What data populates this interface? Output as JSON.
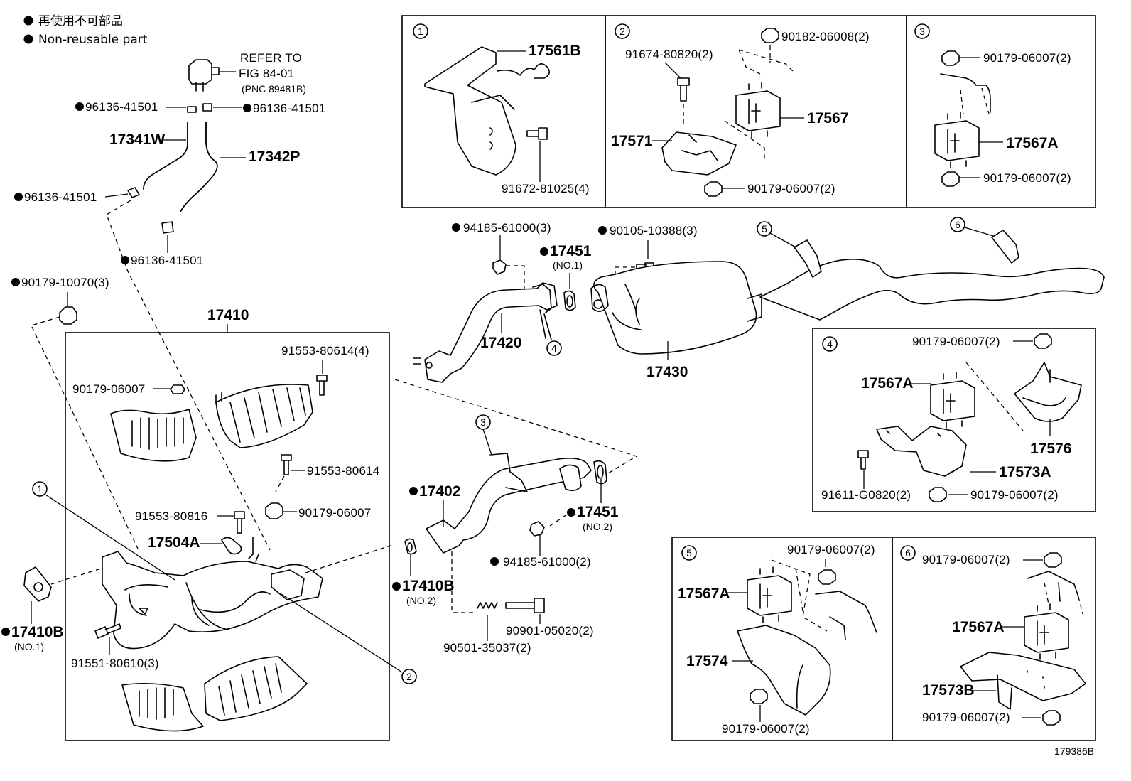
{
  "legend": {
    "bullet": "●",
    "jp": "再使用不可部品",
    "en": "Non-reusable part"
  },
  "refer": {
    "line1": "REFER TO",
    "line2": "FIG 84-01",
    "line3": "(PNC 89481B)"
  },
  "figure_id": "179386B",
  "callouts": [
    "1",
    "2",
    "3",
    "4",
    "5",
    "6"
  ],
  "labels": {
    "c96136_a": "96136-41501",
    "c96136_b": "96136-41501",
    "c96136_c": "96136-41501",
    "c96136_d": "96136-41501",
    "p17341W": "17341W",
    "p17342P": "17342P",
    "p90179_10070": "90179-10070(3)",
    "p17410": "17410",
    "p91553_80614_4": "91553-80614(4)",
    "p90179_06007_a": "90179-06007",
    "p91553_80614": "91553-80614",
    "p91553_80816": "91553-80816",
    "p90179_06007_b": "90179-06007",
    "p17504A": "17504A",
    "p17410B_1": "17410B",
    "p17410B_1_sub": "(NO.1)",
    "p91551_80610": "91551-80610(3)",
    "p94185_61000_3": "94185-61000(3)",
    "p17451_1": "17451",
    "p17451_1_sub": "(NO.1)",
    "p90105_10388": "90105-10388(3)",
    "p17420": "17420",
    "p17430": "17430",
    "p17402": "17402",
    "p17451_2": "17451",
    "p17451_2_sub": "(NO.2)",
    "p94185_61000_2": "94185-61000(2)",
    "p17410B_2": "17410B",
    "p17410B_2_sub": "(NO.2)",
    "p90901_05020": "90901-05020(2)",
    "p90501_35037": "90501-35037(2)"
  },
  "box1": {
    "p17561B": "17561B",
    "p91672_81025": "91672-81025(4)"
  },
  "box2": {
    "p90182_06008": "90182-06008(2)",
    "p91674_80820": "91674-80820(2)",
    "p17567": "17567",
    "p17571": "17571",
    "p90179_06007": "90179-06007(2)"
  },
  "box3": {
    "p90179_06007_top": "90179-06007(2)",
    "p17567A": "17567A",
    "p90179_06007_bot": "90179-06007(2)"
  },
  "box4": {
    "p90179_06007_top": "90179-06007(2)",
    "p17567A": "17567A",
    "p17576": "17576",
    "p17573A": "17573A",
    "p91611_G0820": "91611-G0820(2)",
    "p90179_06007_bot": "90179-06007(2)"
  },
  "box5": {
    "p90179_06007_top": "90179-06007(2)",
    "p17567A": "17567A",
    "p17574": "17574",
    "p90179_06007_bot": "90179-06007(2)"
  },
  "box6": {
    "p90179_06007_top": "90179-06007(2)",
    "p17567A": "17567A",
    "p17573B": "17573B",
    "p90179_06007_bot": "90179-06007(2)"
  }
}
